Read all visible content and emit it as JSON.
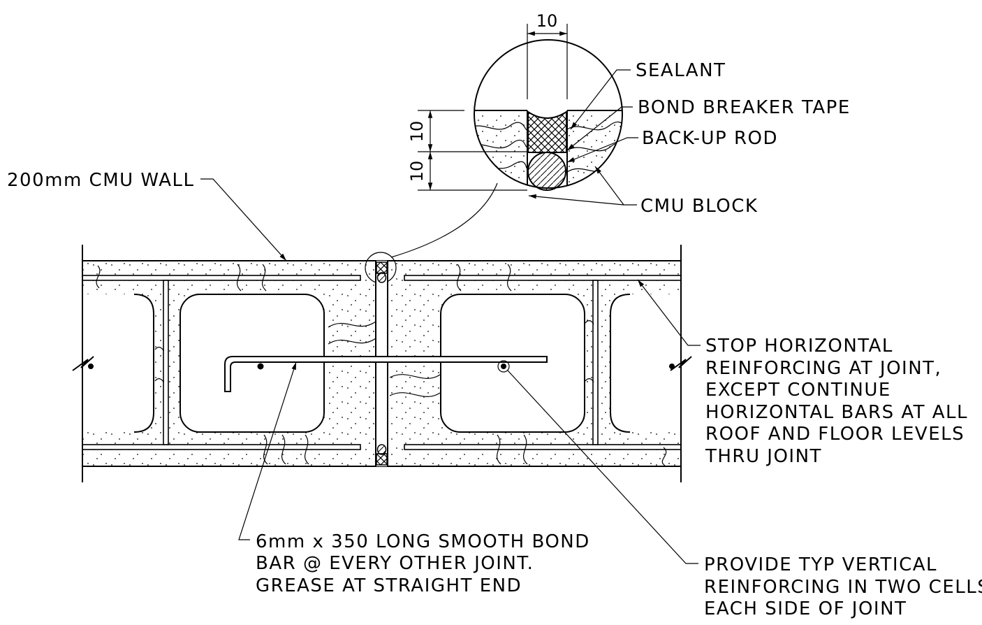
{
  "detail": {
    "dimensions": {
      "top": "10",
      "side_upper": "10",
      "side_lower": "10"
    },
    "labels": {
      "sealant": "SEALANT",
      "bond_breaker": "BOND BREAKER TAPE",
      "backup_rod": "BACK-UP ROD",
      "cmu_block": "CMU BLOCK"
    }
  },
  "plan": {
    "wall_label": "200mm CMU WALL",
    "stop_note": [
      "STOP HORIZONTAL",
      "REINFORCING AT JOINT,",
      "EXCEPT CONTINUE",
      "HORIZONTAL BARS AT ALL",
      "ROOF AND FLOOR LEVELS",
      "THRU JOINT"
    ],
    "bond_bar_note": [
      "6mm x 350 LONG SMOOTH BOND",
      "BAR @ EVERY OTHER JOINT.",
      "GREASE AT STRAIGHT END"
    ],
    "vertical_note": [
      "PROVIDE TYP VERTICAL",
      "REINFORCING IN TWO CELLS",
      "EACH SIDE OF JOINT"
    ]
  }
}
